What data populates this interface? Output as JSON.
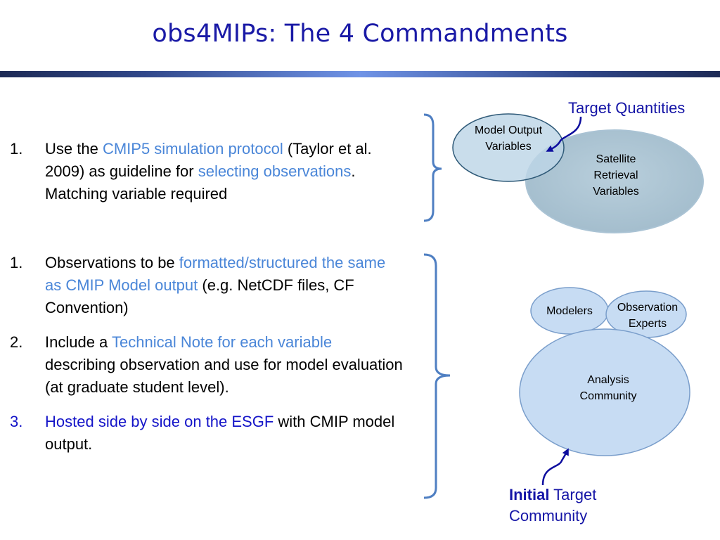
{
  "slide": {
    "title": "obs4MIPs: The 4 Commandments"
  },
  "list_top": [
    {
      "number": "1.",
      "before": "Use the ",
      "highlight": "CMIP5 simulation protocol",
      "middle": " (Taylor et al. 2009) as guideline for ",
      "highlight2": "selecting observations",
      "after": ".   Matching variable required"
    }
  ],
  "list_bottom": [
    {
      "number": "1.",
      "before": "Observations to be ",
      "highlight": "formatted/structured the same as CMIP Model output",
      "after": " (e.g. NetCDF files, CF Convention)"
    },
    {
      "number": "2.",
      "before": "Include a ",
      "highlight": "Technical Note for each variable",
      "after": " describing observation and use for model evaluation (at graduate student level)."
    },
    {
      "number": "3.",
      "highlight": "Hosted side by side on the ESGF",
      "after": " with CMIP model output."
    }
  ],
  "diagram_top": {
    "callout": "Target Quantities",
    "model_output": "Model Output Variables",
    "satellite": "Satellite Retrieval Variables"
  },
  "diagram_bottom": {
    "modelers": "Modelers",
    "observation_experts": "Observation Experts",
    "analysis_community": "Analysis Community",
    "caption_bold": "Initial",
    "caption_rest": " Target Community"
  },
  "colors": {
    "title": "#1a1aa6",
    "highlight": "#4a86d8",
    "item3": "#1414c8",
    "bracket": "#4f7fc2",
    "arrow": "#0d0d9e"
  }
}
